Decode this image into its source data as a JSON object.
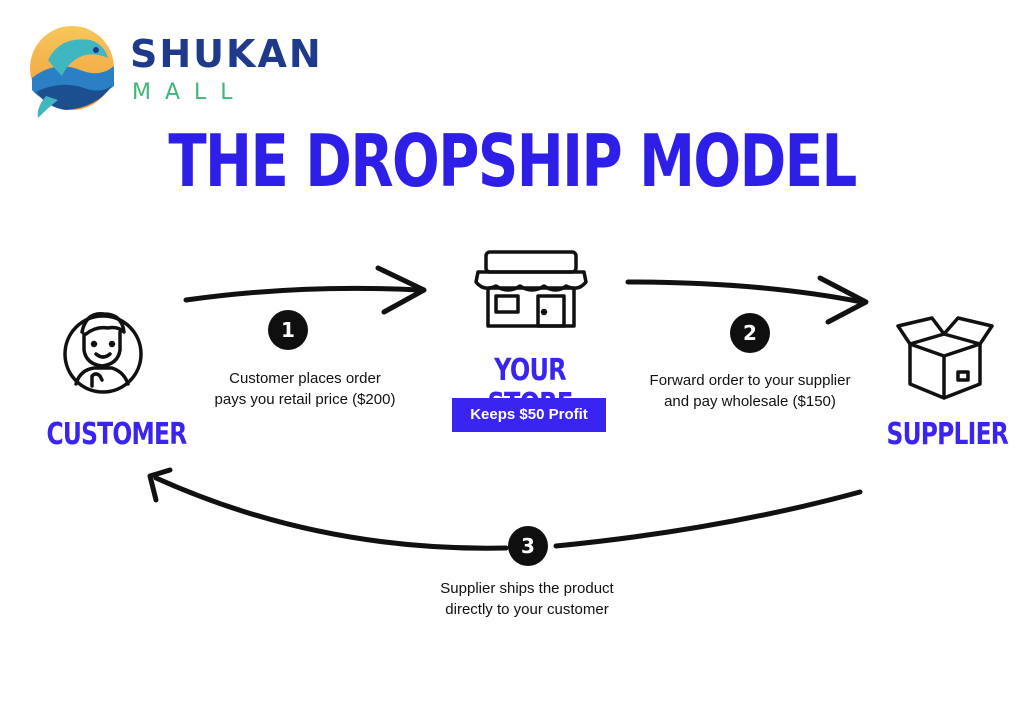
{
  "logo": {
    "name": "SHUKAN",
    "sub": "MALL"
  },
  "title": "THE DROPSHIP MODEL",
  "nodes": {
    "customer": "CUSTOMER",
    "store": "YOUR STORE",
    "supplier": "SUPPLIER",
    "store_badge": "Keeps $50 Profit"
  },
  "steps": [
    {
      "number": "1",
      "lines": [
        "Customer places order",
        "pays you retail price ($200)"
      ]
    },
    {
      "number": "2",
      "lines": [
        "Forward order to your supplier",
        "and pay wholesale ($150)"
      ]
    },
    {
      "number": "3",
      "lines": [
        "Supplier ships the product",
        "directly to your customer"
      ]
    }
  ],
  "colors": {
    "accent": "#2d1fe8",
    "logo_blue": "#1f3a8a",
    "logo_green": "#3fb67a"
  },
  "icons": [
    "shukan-logo-icon",
    "customer-icon",
    "store-icon",
    "box-icon"
  ]
}
